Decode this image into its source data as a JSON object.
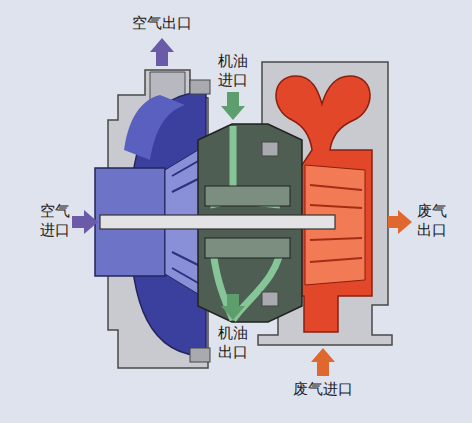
{
  "diagram": {
    "labels": [
      "空气出口",
      "机油 进口",
      "空气 进口",
      "废气 出口",
      "机油 出口",
      "废气进口"
    ]
  }
}
